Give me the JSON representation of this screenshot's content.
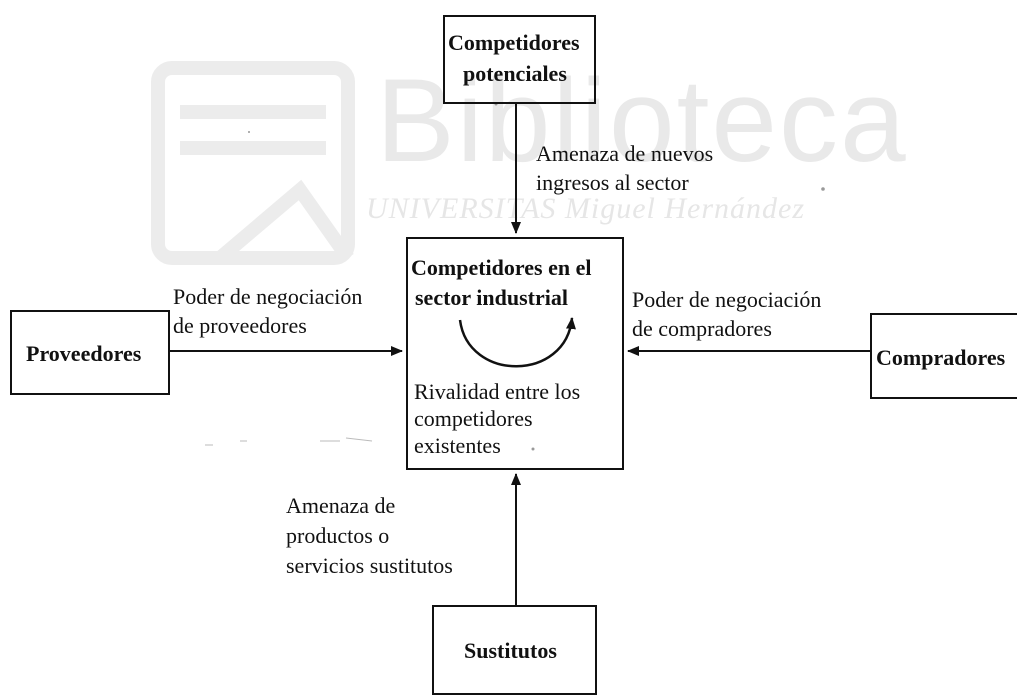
{
  "watermark": {
    "title": "Biblioteca",
    "subtitle": "UNIVERSITAS Miguel Hernández"
  },
  "nodes": {
    "potenciales": {
      "line1": "Competidores",
      "line2": "potenciales"
    },
    "centro": {
      "line1": "Competidores en el",
      "line2": "sector industrial",
      "rivalry1": "Rivalidad entre los",
      "rivalry2": "competidores",
      "rivalry3": "existentes"
    },
    "proveedores": {
      "label": "Proveedores"
    },
    "compradores": {
      "label": "Compradores"
    },
    "sustitutos": {
      "label": "Sustitutos"
    }
  },
  "arrows": {
    "entrantes": {
      "line1": "Amenaza de nuevos",
      "line2": "ingresos al sector"
    },
    "proveedores": {
      "line1": "Poder de negociación",
      "line2": "de proveedores"
    },
    "compradores": {
      "line1": "Poder de negociación",
      "line2": "de compradores"
    },
    "sustitutos": {
      "line1": "Amenaza de",
      "line2": "productos o",
      "line3": "servicios sustitutos"
    }
  }
}
